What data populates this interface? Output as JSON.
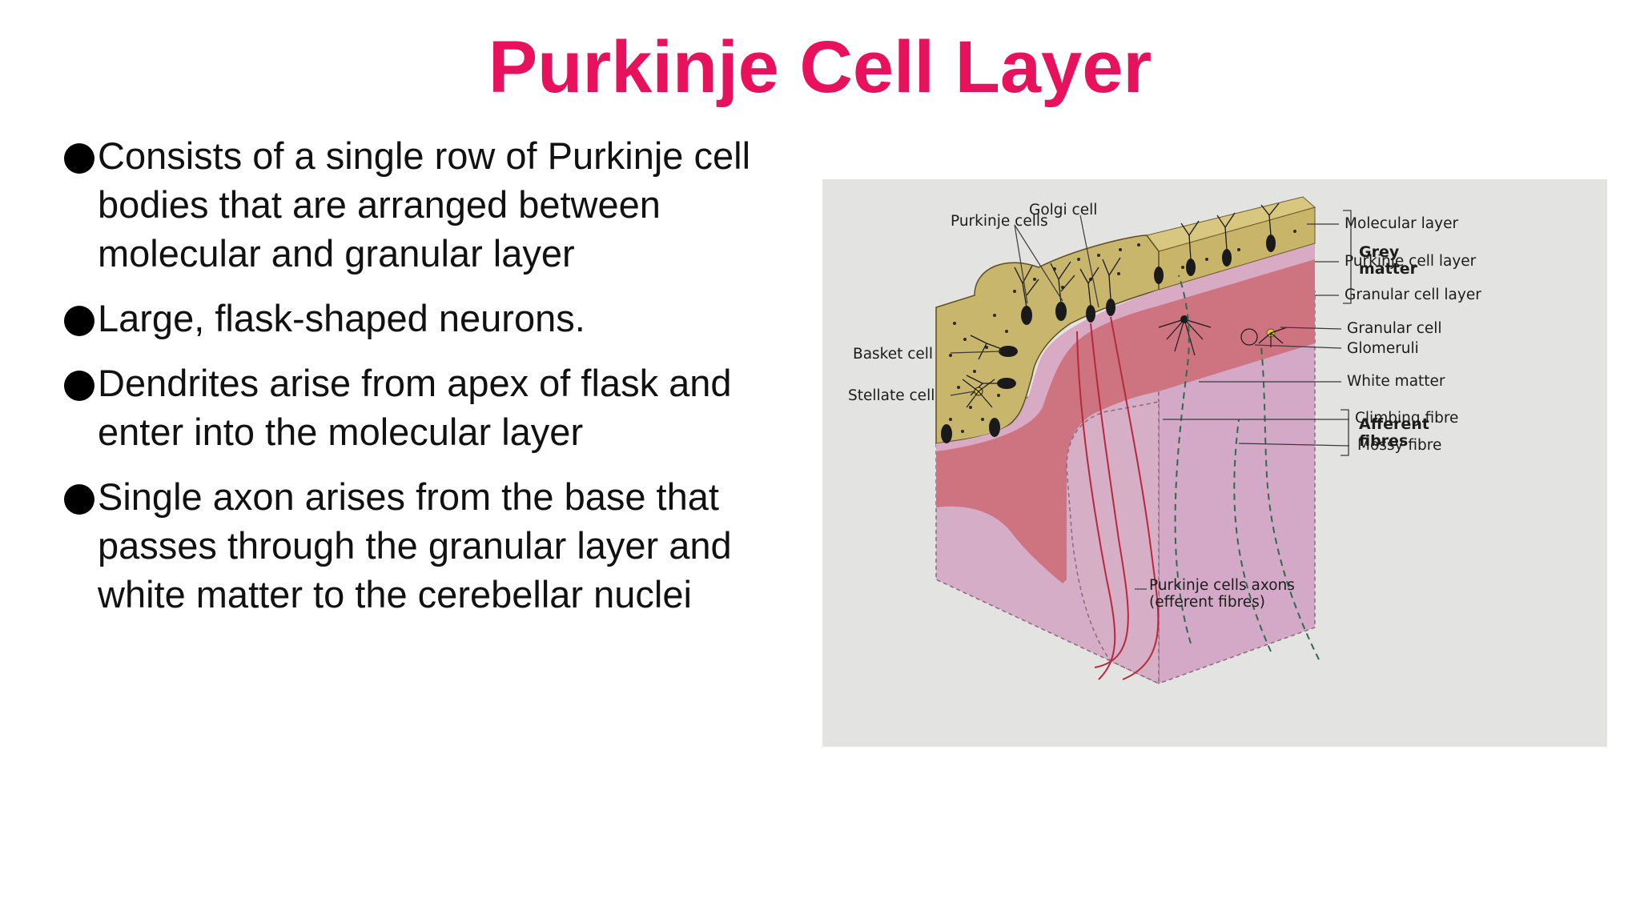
{
  "slide": {
    "title": "Purkinje Cell Layer",
    "bullets": [
      "Consists of a single row of Purkinje cell bodies that are arranged between molecular and granular layer",
      "Large, flask-shaped neurons.",
      "Dendrites arise from apex of flask and enter into the molecular layer",
      "Single axon arises from the base that passes through the granular layer and white matter to the cerebellar nuclei"
    ]
  },
  "figure": {
    "labels": {
      "purkinje_cells": "Purkinje cells",
      "golgi_cell": "Golgi cell",
      "molecular_layer": "Molecular layer",
      "purkinje_cell_layer": "Purkinje cell layer",
      "granular_cell_layer": "Granular cell layer",
      "grey_matter_line1": "Grey",
      "grey_matter_line2": "matter",
      "granular_cell": "Granular cell",
      "glomeruli": "Glomeruli",
      "white_matter": "White matter",
      "climbing_fibre": "Climbing fibre",
      "mossy_fibre": "Mossy fibre",
      "afferent_line1": "Afferent",
      "afferent_line2": "fibres",
      "basket_cell": "Basket cell",
      "stellate_cell": "Stellate cell",
      "axons_line1": "Purkinje cells axons",
      "axons_line2": "(efferent fibres)"
    },
    "colors": {
      "molecular": "#c9b56a",
      "purkinje_band": "#d9a9c3",
      "granular": "#cc7480",
      "white_matter": "#d2a8c6",
      "efferent_fibre": "#b8283c",
      "afferent_fibre": "#2f6a4c"
    }
  }
}
